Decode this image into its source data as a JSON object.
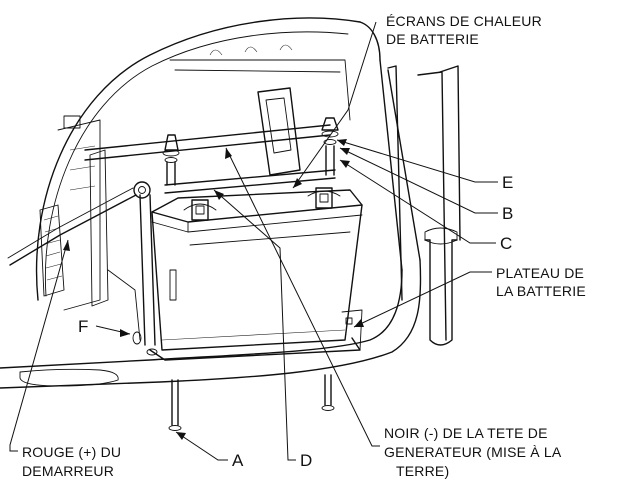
{
  "callouts": {
    "heat_shields_line1": "ÉCRANS DE CHALEUR",
    "heat_shields_line2": "DE BATTERIE",
    "tray_line1": "PLATEAU DE",
    "tray_line2": "LA BATTERIE",
    "red_line1": "ROUGE (+) DU",
    "red_line2": "DEMARREUR",
    "black_line1": "NOIR (-) DE LA TETE DE",
    "black_line2": "GENERATEUR (MISE À LA",
    "black_line3": "TERRE)"
  },
  "letters": {
    "E": "E",
    "B": "B",
    "C": "C",
    "F": "F",
    "A": "A",
    "D": "D"
  }
}
